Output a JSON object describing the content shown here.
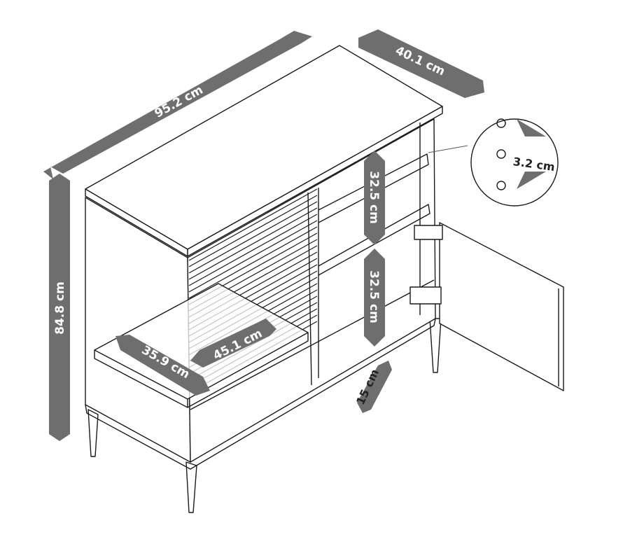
{
  "dimensions": {
    "width": "95.2 cm",
    "depth": "40.1 cm",
    "height": "84.8 cm",
    "upper_shelf_height": "32.5 cm",
    "lower_shelf_height": "32.5 cm",
    "hole_spacing": "3.2 cm",
    "drawer_depth": "35.9 cm",
    "drawer_width": "45.1 cm",
    "shelf_inset": "15 cm"
  },
  "colors": {
    "line": "#1a1a1a",
    "dimension_band": "#6e6e6e",
    "background": "#ffffff"
  }
}
